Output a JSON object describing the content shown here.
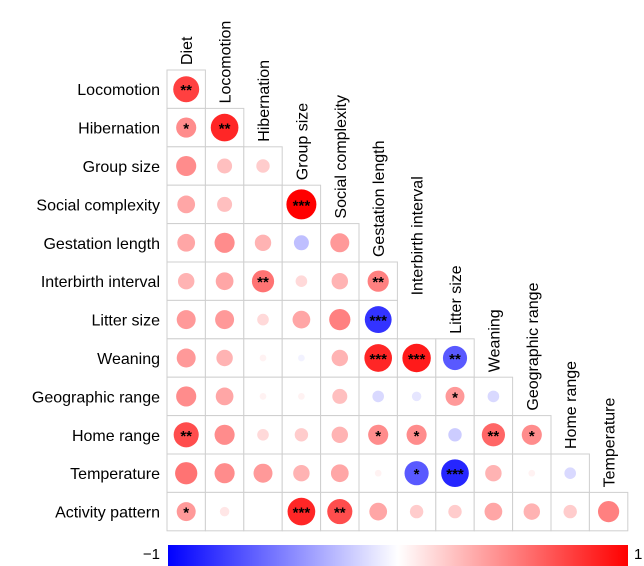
{
  "chart_data": {
    "type": "heatmap",
    "subtype": "lower-triangular correlation matrix (circle glyphs)",
    "row_labels": [
      "Locomotion",
      "Hibernation",
      "Group size",
      "Social complexity",
      "Gestation length",
      "Interbirth interval",
      "Litter size",
      "Weaning",
      "Geographic range",
      "Home range",
      "Temperature",
      "Activity pattern"
    ],
    "column_labels": [
      "Diet",
      "Locomotion",
      "Hibernation",
      "Group size",
      "Social complexity",
      "Gestation length",
      "Interbirth interval",
      "Litter size",
      "Weaning",
      "Geographic range",
      "Home range",
      "Temperature"
    ],
    "values": [
      [
        0.75
      ],
      [
        0.45,
        0.85
      ],
      [
        0.45,
        0.25,
        0.2
      ],
      [
        0.35,
        0.25,
        null,
        1.0
      ],
      [
        0.35,
        0.45,
        0.3,
        -0.25,
        0.4
      ],
      [
        0.3,
        0.35,
        0.55,
        0.15,
        0.3,
        0.5
      ],
      [
        0.4,
        0.4,
        0.15,
        0.35,
        0.5,
        -0.8
      ],
      [
        0.4,
        0.3,
        0.05,
        -0.05,
        0.3,
        0.85,
        0.9,
        -0.65
      ],
      [
        0.45,
        0.35,
        0.05,
        0.05,
        0.25,
        -0.15,
        -0.1,
        0.4,
        -0.15
      ],
      [
        0.7,
        0.45,
        0.15,
        0.2,
        0.3,
        0.45,
        0.45,
        -0.2,
        0.6,
        0.45
      ],
      [
        0.55,
        0.45,
        0.4,
        0.3,
        0.35,
        0.05,
        -0.65,
        -0.85,
        0.3,
        0.05,
        -0.15
      ],
      [
        0.4,
        0.1,
        null,
        0.85,
        0.7,
        0.35,
        0.2,
        0.2,
        0.35,
        0.3,
        0.2,
        0.5
      ]
    ],
    "significance": [
      [
        "**"
      ],
      [
        "*",
        "**"
      ],
      [
        "",
        "",
        ""
      ],
      [
        "",
        "",
        "",
        "***"
      ],
      [
        "",
        "",
        "",
        "",
        ""
      ],
      [
        "",
        "",
        "**",
        "",
        "",
        "**"
      ],
      [
        "",
        "",
        "",
        "",
        "",
        "***",
        ""
      ],
      [
        "",
        "",
        "",
        "",
        "",
        "***",
        "***",
        "**"
      ],
      [
        "",
        "",
        "",
        "",
        "",
        "",
        "",
        "*",
        ""
      ],
      [
        "**",
        "",
        "",
        "",
        "",
        "*",
        "*",
        "",
        "**",
        "*"
      ],
      [
        "",
        "",
        "",
        "",
        "",
        "",
        "*",
        "***",
        "",
        "",
        ""
      ],
      [
        "*",
        "",
        "",
        "***",
        "**",
        "",
        "",
        "",
        "",
        "",
        "",
        ""
      ]
    ],
    "color_scale": {
      "min": -1,
      "max": 1,
      "min_label": "−1",
      "max_label": "1",
      "low_color": "#0000ff",
      "mid_color": "#ffffff",
      "high_color": "#ff0000"
    },
    "title": "",
    "grid": true,
    "legend": "bottom"
  }
}
